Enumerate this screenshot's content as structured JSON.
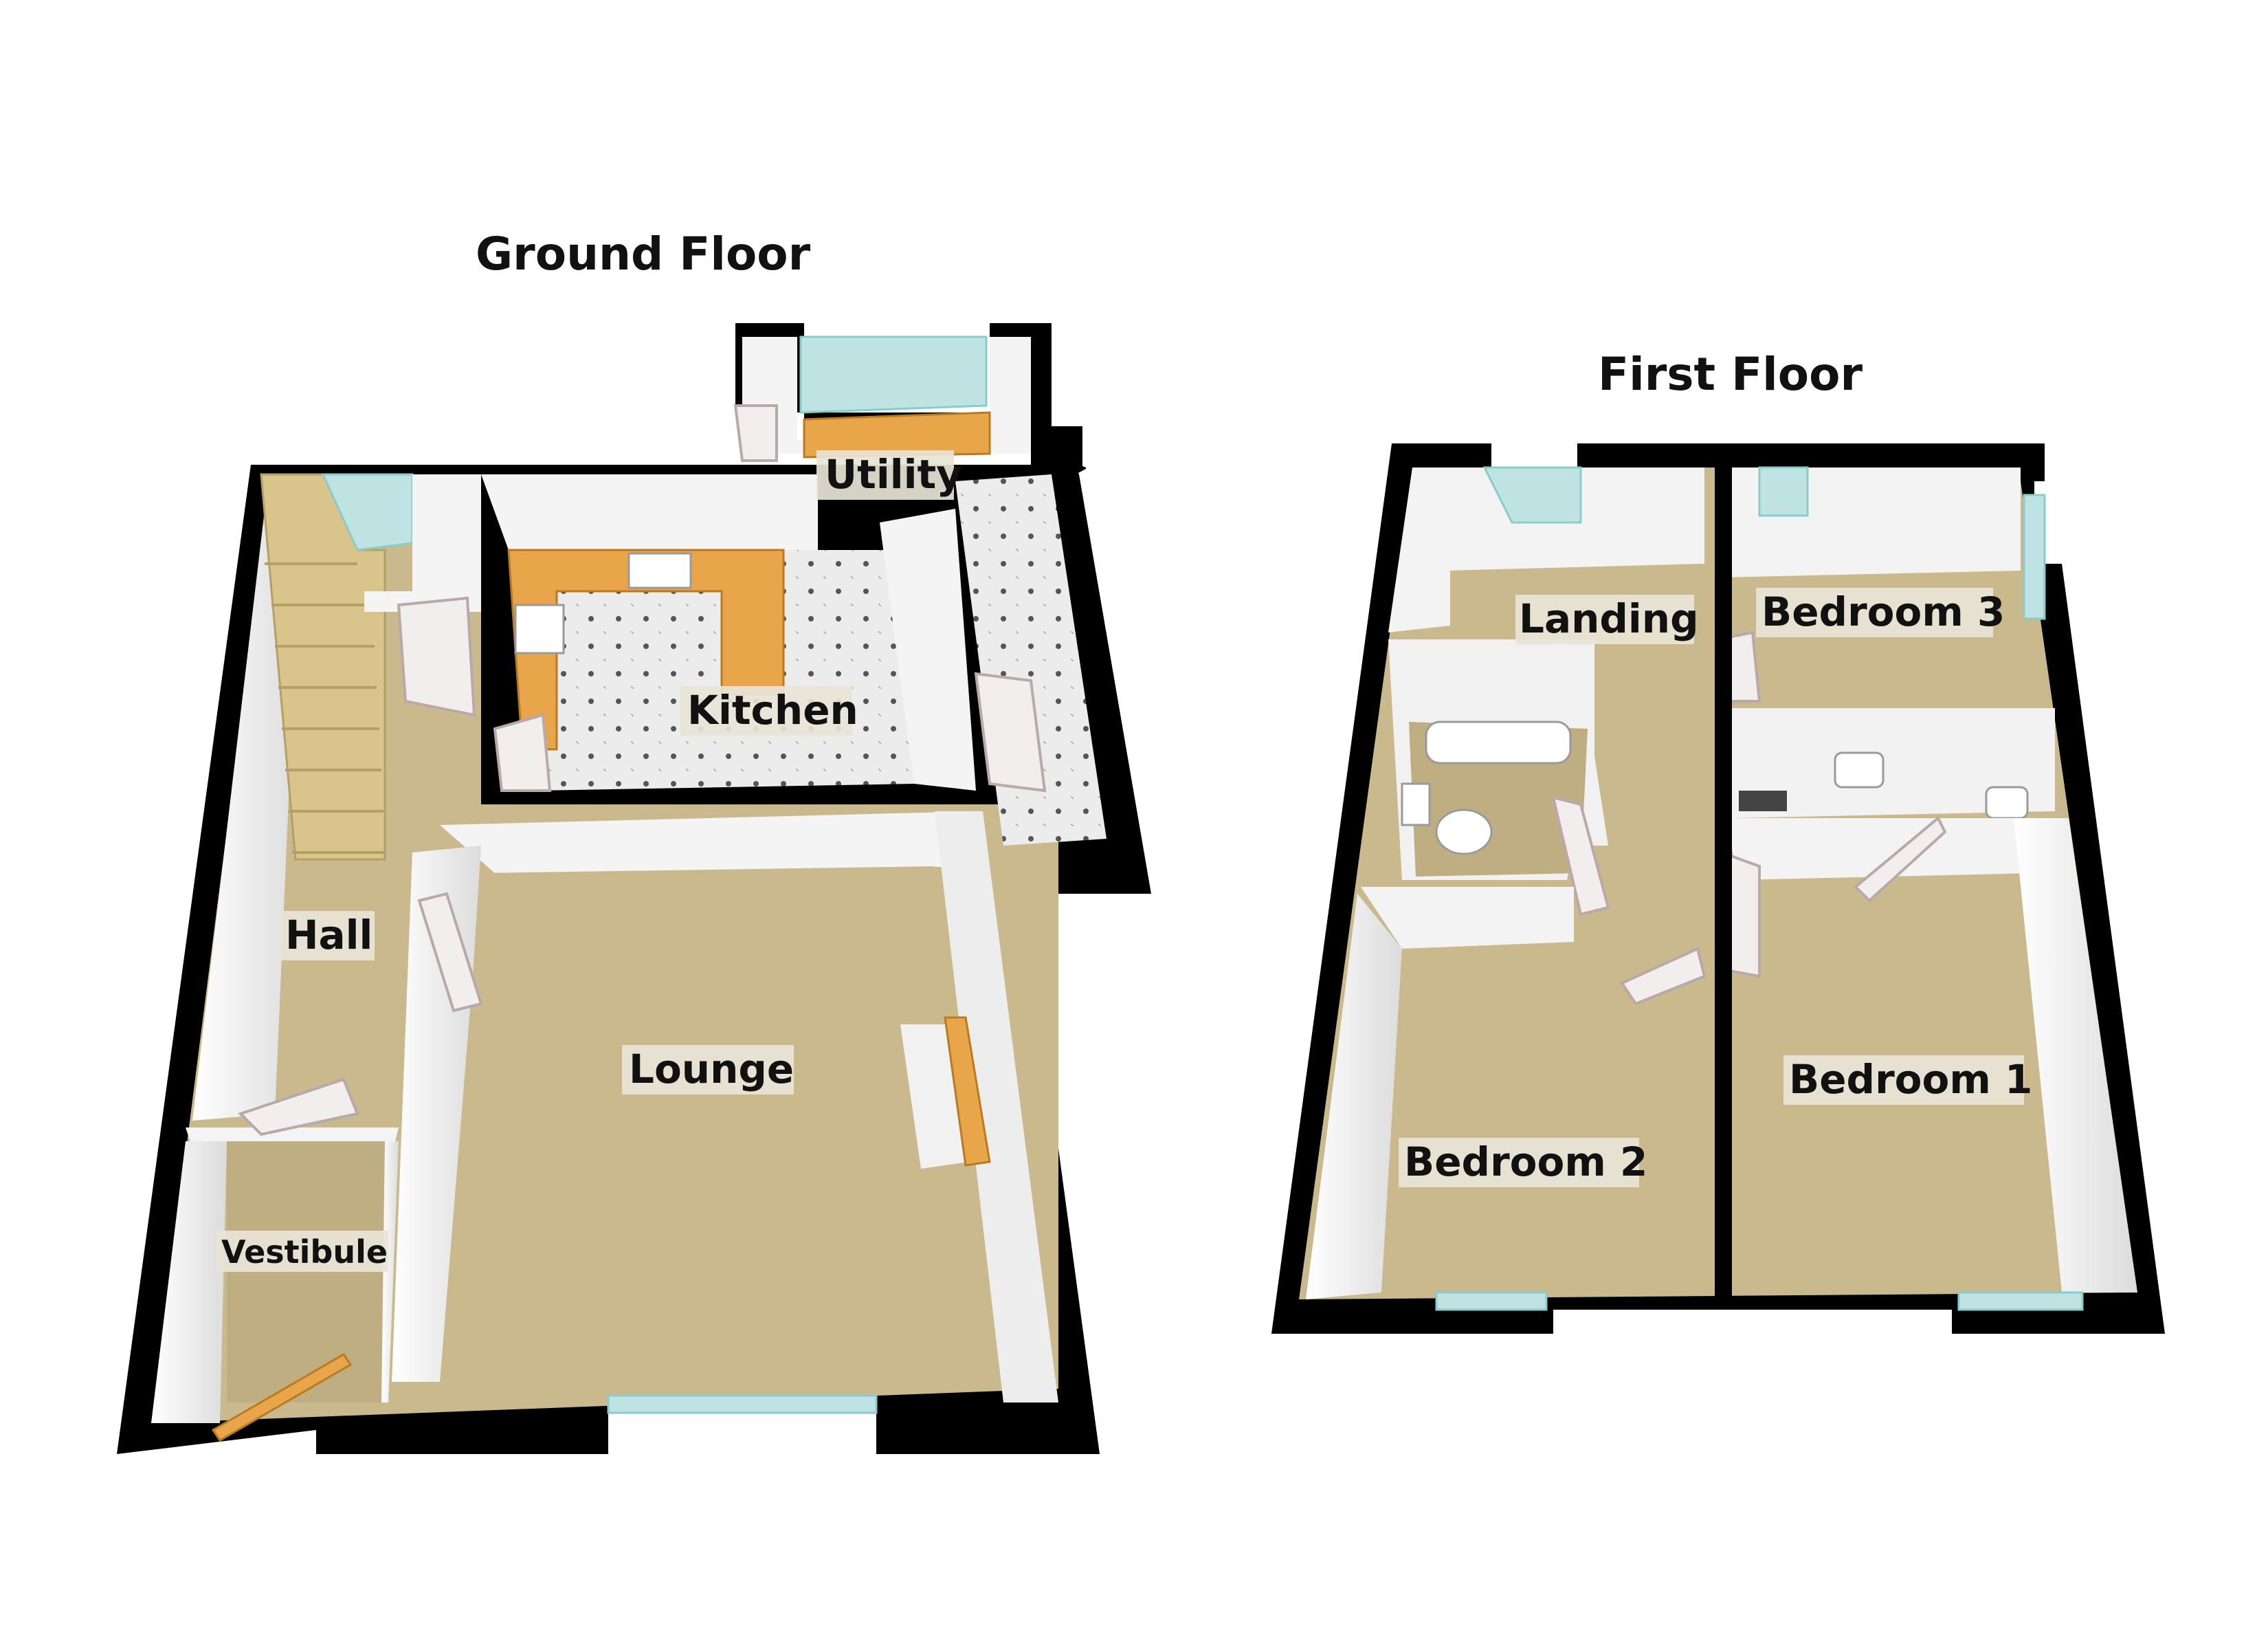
{
  "floors": {
    "ground": {
      "title": "Ground Floor",
      "rooms": {
        "utility": "Utility",
        "kitchen": "Kitchen",
        "hall": "Hall",
        "lounge": "Lounge",
        "vestibule": "Vestibule"
      }
    },
    "first": {
      "title": "First Floor",
      "rooms": {
        "landing": "Landing",
        "bedroom3": "Bedroom 3",
        "bedroom1": "Bedroom 1",
        "bedroom2": "Bedroom 2"
      }
    }
  },
  "colors": {
    "wall": "#000000",
    "carpet": "#c9b98c",
    "tile": "#e6e6e6",
    "counter": "#e9a54a",
    "window": "#bfe3e3"
  }
}
